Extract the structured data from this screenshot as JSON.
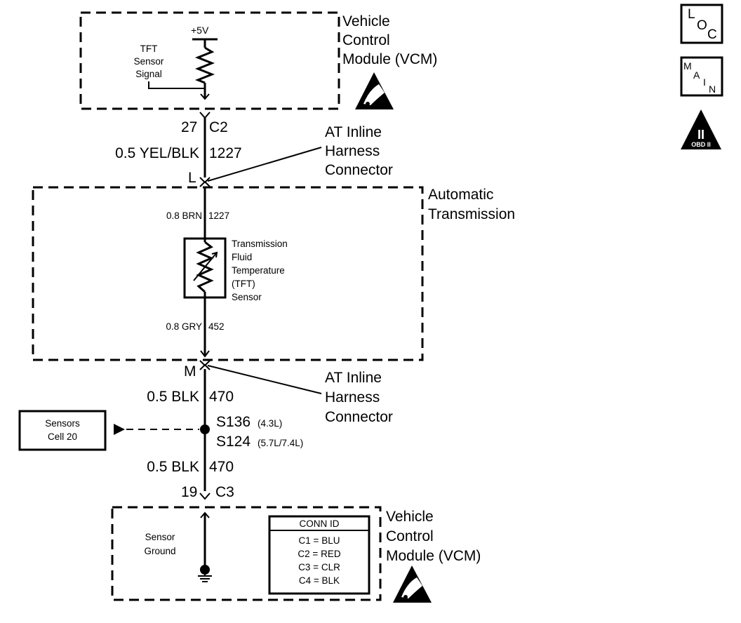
{
  "vcm_top": {
    "title_lines": [
      "Vehicle",
      "Control",
      "Module (VCM)"
    ],
    "supply": "+5V",
    "signal_lines": [
      "TFT",
      "Sensor",
      "Signal"
    ]
  },
  "connector_c2": {
    "pin": "27",
    "name": "C2"
  },
  "wire_1227_top": {
    "gauge_color": "0.5 YEL/BLK",
    "circuit": "1227"
  },
  "inline_connector_top": {
    "pin": "L",
    "label_lines": [
      "AT Inline",
      "Harness",
      "Connector"
    ]
  },
  "transmission": {
    "title_lines": [
      "Automatic",
      "Transmission"
    ],
    "wire_top": {
      "gauge_color": "0.8 BRN",
      "circuit": "1227"
    },
    "sensor_lines": [
      "Transmission",
      "Fluid",
      "Temperature",
      "(TFT)",
      "Sensor"
    ],
    "wire_bottom": {
      "gauge_color": "0.8 GRY",
      "circuit": "452"
    }
  },
  "inline_connector_bottom": {
    "pin": "M",
    "label_lines": [
      "AT Inline",
      "Harness",
      "Connector"
    ]
  },
  "wire_470_upper": {
    "gauge_color": "0.5 BLK",
    "circuit": "470"
  },
  "splice": {
    "s136": "S136",
    "s136_note": "(4.3L)",
    "s124": "S124",
    "s124_note": "(5.7L/7.4L)"
  },
  "sensors_ref": {
    "lines": [
      "Sensors",
      "Cell 20"
    ]
  },
  "wire_470_lower": {
    "gauge_color": "0.5 BLK",
    "circuit": "470"
  },
  "connector_c3": {
    "pin": "19",
    "name": "C3"
  },
  "vcm_bottom": {
    "title_lines": [
      "Vehicle",
      "Control",
      "Module (VCM)"
    ],
    "ground_lines": [
      "Sensor",
      "Ground"
    ],
    "conn_id": {
      "header": "CONN ID",
      "rows": [
        "C1 = BLU",
        "C2 = RED",
        "C3 = CLR",
        "C4 = BLK"
      ]
    }
  },
  "icons": {
    "loc": [
      "L",
      "O",
      "C"
    ],
    "main": [
      "M",
      "A",
      "I",
      "N"
    ],
    "obd": [
      "II",
      "OBD II"
    ]
  }
}
